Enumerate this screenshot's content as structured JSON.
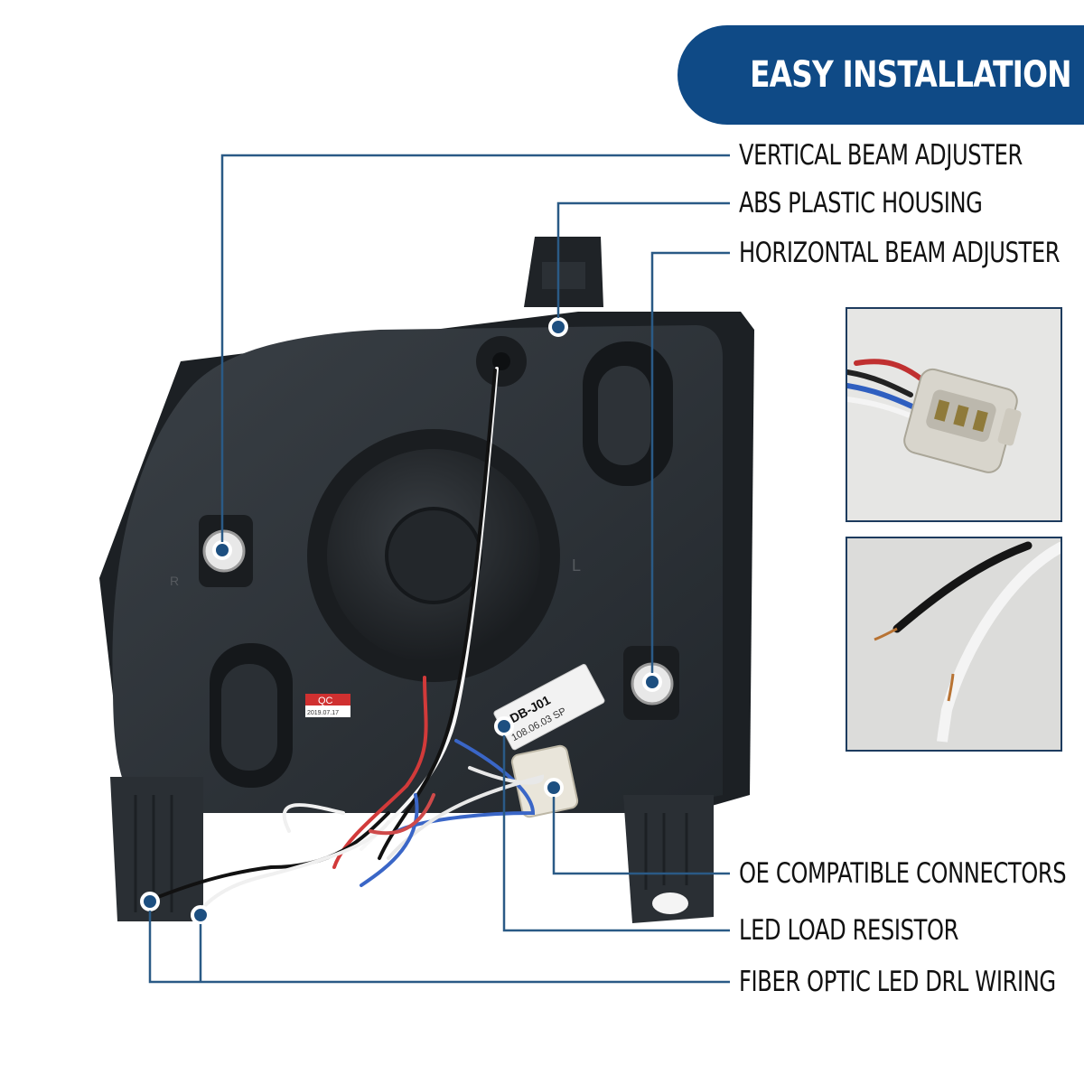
{
  "banner": {
    "title": "EASY INSTALLATION"
  },
  "callouts": [
    {
      "label": "VERTICAL BEAM ADJUSTER"
    },
    {
      "label": "ABS PLASTIC HOUSING"
    },
    {
      "label": "HORIZONTAL BEAM ADJUSTER"
    },
    {
      "label": "OE COMPATIBLE CONNECTORS"
    },
    {
      "label": "LED LOAD RESISTOR"
    },
    {
      "label": "FIBER OPTIC LED DRL WIRING"
    }
  ],
  "product_markings": {
    "qc_sticker": "QC",
    "qc_date": "2019.07.17",
    "resistor_model": "LDB-J01",
    "resistor_date": "108.06.03 SP",
    "left_mark": "L",
    "right_mark": "R"
  },
  "colors": {
    "banner": "#0f4a86",
    "leader_line": "#2a5a86",
    "marker_dot": "#1d4f80",
    "housing": "#2e3338"
  }
}
